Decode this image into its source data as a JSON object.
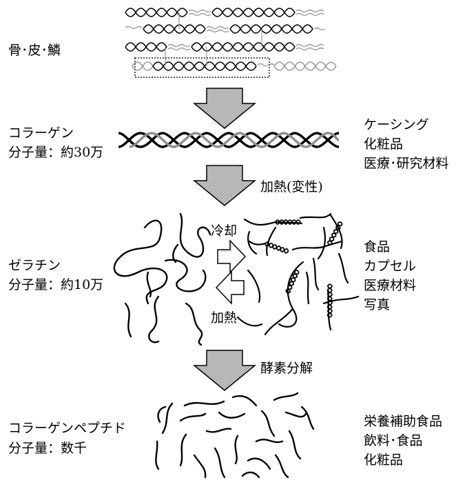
{
  "source": {
    "label": "骨･皮･鱗"
  },
  "collagen": {
    "name": "コラーゲン",
    "mw": "分子量：約30万",
    "uses": [
      "ケーシング",
      "化粧品",
      "医療･研究材料"
    ]
  },
  "step_heat": "加熱(変性)",
  "gelatin": {
    "name": "ゼラチン",
    "mw": "分子量：約10万",
    "uses": [
      "食品",
      "カプセル",
      "医療材料",
      "写真"
    ],
    "cool": "冷却",
    "heat": "加熱"
  },
  "step_enzyme": "酵素分解",
  "peptide": {
    "name": "コラーゲンペプチド",
    "mw": "分子量：数千",
    "uses": [
      "栄養補助食品",
      "飲料･食品",
      "化粧品"
    ]
  }
}
